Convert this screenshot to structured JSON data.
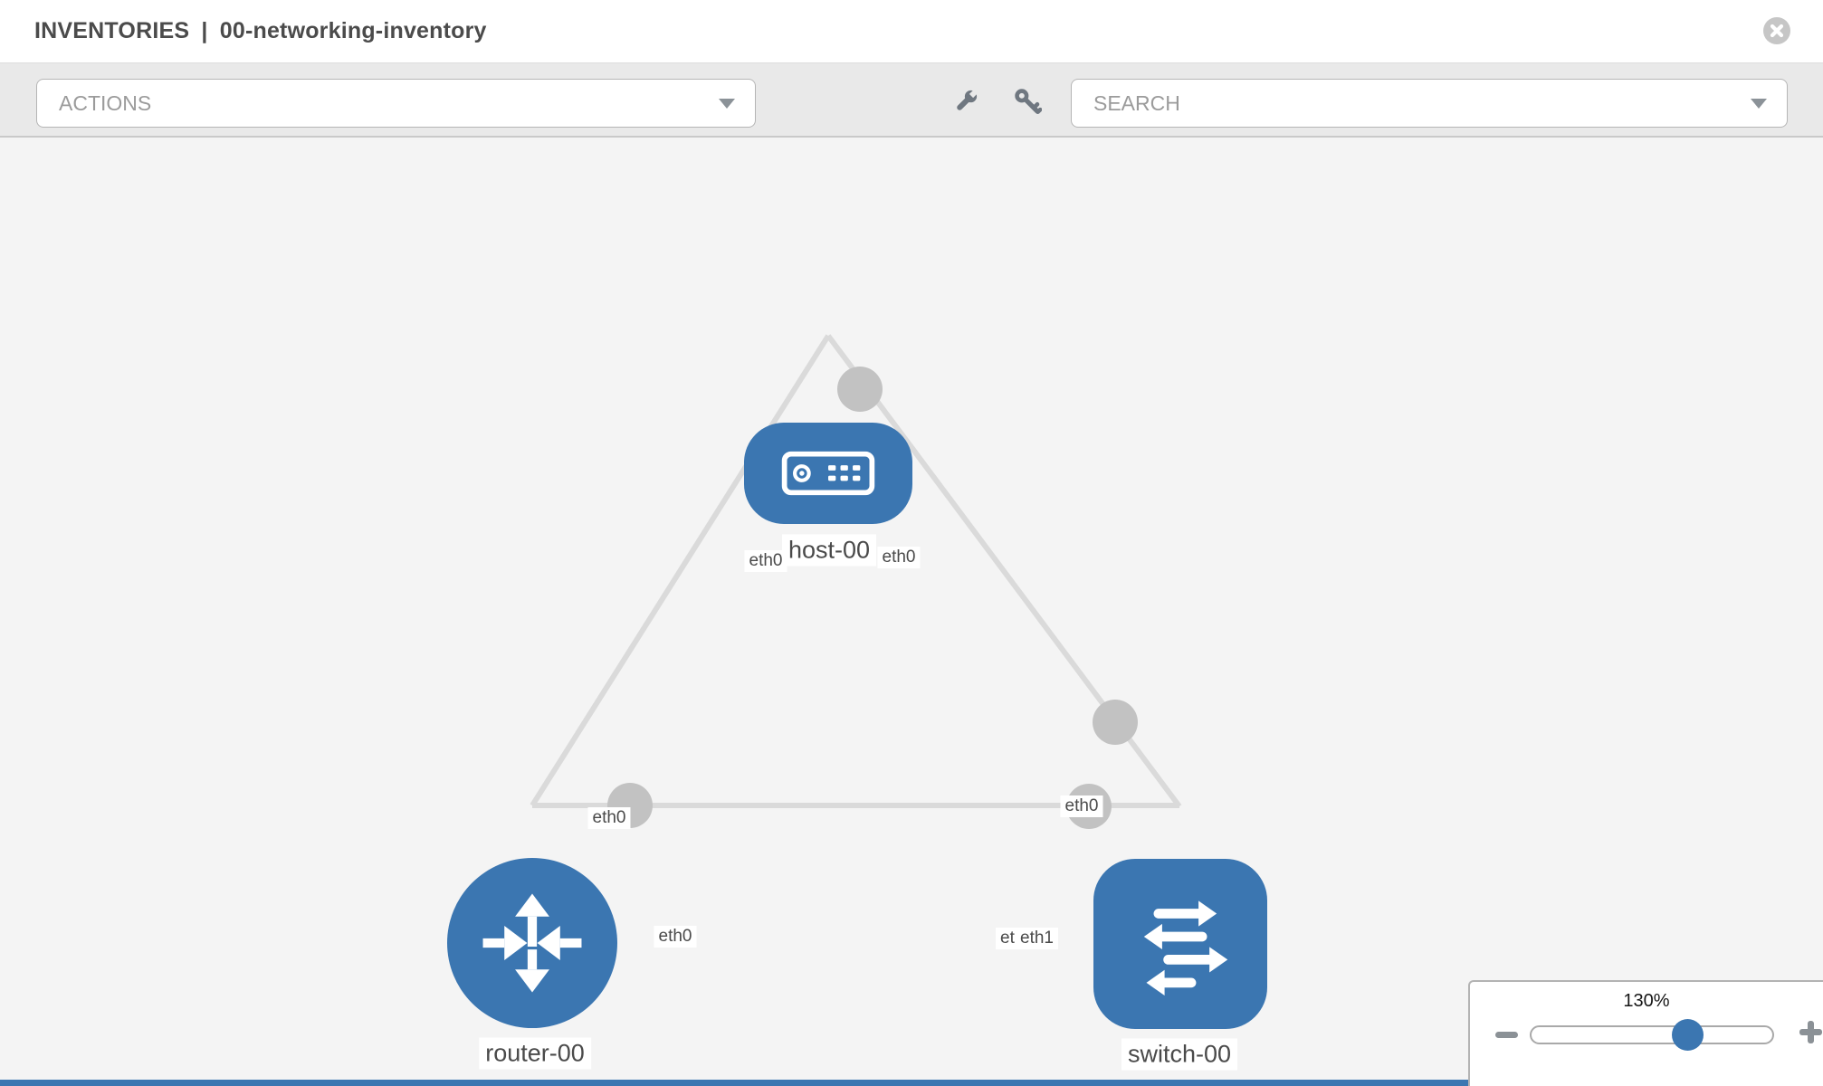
{
  "header": {
    "title_prefix": "INVENTORIES",
    "title_separator": "|",
    "inventory_name": "00-networking-inventory"
  },
  "toolbar": {
    "actions_placeholder": "ACTIONS",
    "search_placeholder": "SEARCH",
    "icons": [
      "wrench-icon",
      "key-icon"
    ]
  },
  "topology": {
    "nodes": [
      {
        "name": "host-00",
        "type": "host"
      },
      {
        "name": "router-00",
        "type": "router"
      },
      {
        "name": "switch-00",
        "type": "switch"
      }
    ],
    "links": [
      {
        "from": "host-00",
        "from_label": "eth0",
        "to": "router-00",
        "to_label": "eth0"
      },
      {
        "from": "host-00",
        "from_label": "eth0",
        "to": "switch-00",
        "to_label": "eth0"
      },
      {
        "from": "router-00",
        "from_label": "eth0",
        "to": "switch-00",
        "to_label": "eth1",
        "to_label_ghost": "eth1"
      }
    ]
  },
  "zoom_control": {
    "value": "130%",
    "minus_icon": "minus-icon",
    "plus_icon": "plus-icon"
  },
  "colors": {
    "node_blue": "#3b76b1",
    "link_gray": "#dadada",
    "port_gray": "#c2c2c2",
    "canvas_bg": "#f4f4f4",
    "toolbar_bg": "#e9e9e9",
    "bottom_bar_blue": "#3b76b1"
  }
}
